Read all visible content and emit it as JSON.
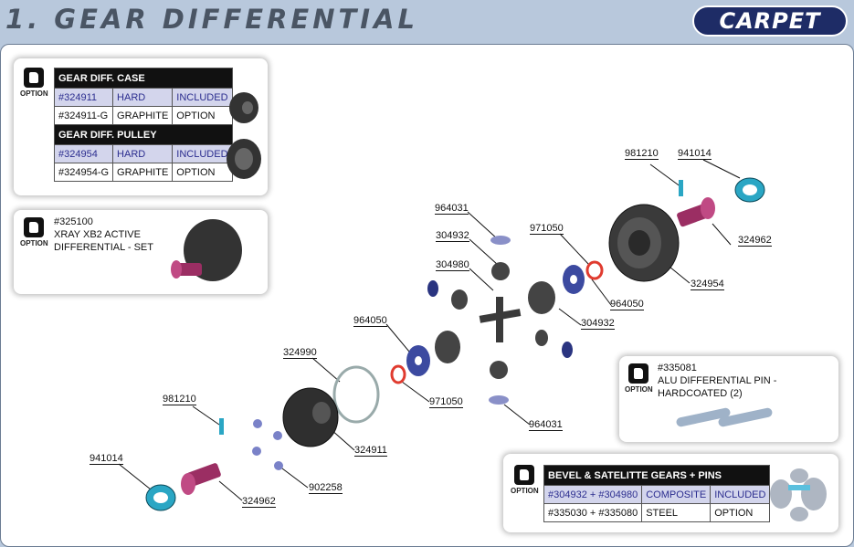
{
  "header": {
    "title": "1. GEAR DIFFERENTIAL",
    "badge": "CARPET"
  },
  "option_label": "OPTION",
  "case_table": {
    "title": "GEAR DIFF. CASE",
    "rows": [
      [
        "#324911",
        "HARD",
        "INCLUDED"
      ],
      [
        "#324911-G",
        "GRAPHITE",
        "OPTION"
      ]
    ]
  },
  "pulley_table": {
    "title": "GEAR DIFF. PULLEY",
    "rows": [
      [
        "#324954",
        "HARD",
        "INCLUDED"
      ],
      [
        "#324954-G",
        "GRAPHITE",
        "OPTION"
      ]
    ]
  },
  "diff_set": {
    "part": "#325100",
    "line1": "XRAY XB2 ACTIVE",
    "line2": "DIFFERENTIAL - SET"
  },
  "pin_set": {
    "part": "#335081",
    "name": "ALU DIFFERENTIAL PIN - HARDCOATED (2)"
  },
  "bevel_table": {
    "title": "BEVEL & SATELITTE GEARS + PINS",
    "rows": [
      [
        "#304932 + #304980",
        "COMPOSITE",
        "INCLUDED"
      ],
      [
        "#335030 + #335080",
        "STEEL",
        "OPTION"
      ]
    ]
  },
  "part_labels": {
    "p981210_top": "981210",
    "p941014_top": "941014",
    "p964031_top": "964031",
    "p304932_top": "304932",
    "p304980": "304980",
    "p971050_top": "971050",
    "p324962_top": "324962",
    "p324954": "324954",
    "p964050_right": "964050",
    "p304932_right": "304932",
    "p964050_left": "964050",
    "p324990": "324990",
    "p971050_bottom": "971050",
    "p964031_bottom": "964031",
    "p981210_bottom": "981210",
    "p324911": "324911",
    "p941014_bottom": "941014",
    "p902258": "902258",
    "p324962_bottom": "324962"
  },
  "colors": {
    "header_bg": "#b8c8dc",
    "badge_bg": "#1e2c66",
    "teal": "#2aa6c4",
    "magenta": "#8b2a5a",
    "table_highlight": "#d3d5ec"
  }
}
